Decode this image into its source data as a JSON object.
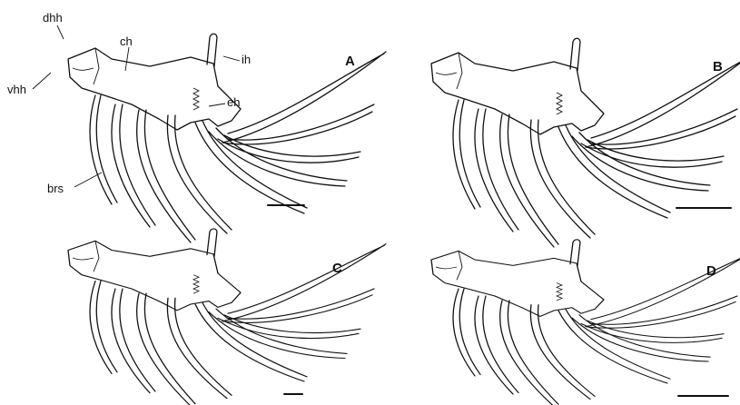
{
  "panels": [
    {
      "id": "A",
      "label": "A"
    },
    {
      "id": "B",
      "label": "B"
    },
    {
      "id": "C",
      "label": "C"
    },
    {
      "id": "D",
      "label": "D"
    }
  ],
  "annotations": {
    "dhh": "dhh",
    "ch": "ch",
    "ih": "ih",
    "vhh": "vhh",
    "eh": "eh",
    "brs": "brs"
  }
}
